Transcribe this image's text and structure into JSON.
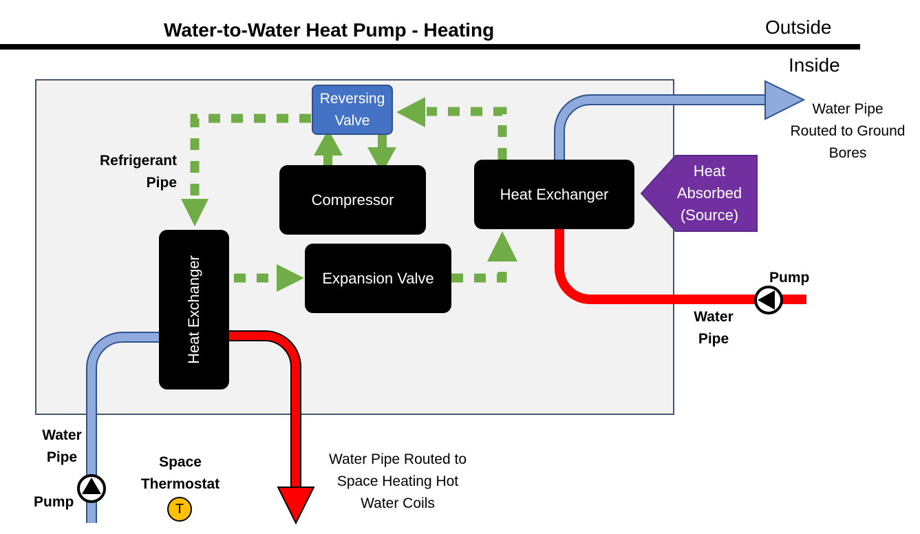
{
  "title": "Water-to-Water Heat Pump - Heating",
  "zones": {
    "outside": "Outside",
    "inside": "Inside"
  },
  "components": {
    "reversing_valve": [
      "Reversing",
      "Valve"
    ],
    "compressor": "Compressor",
    "expansion_valve": "Expansion Valve",
    "heat_exchanger_right": "Heat Exchanger",
    "heat_exchanger_left": "Heat Exchanger"
  },
  "labels": {
    "refrigerant_pipe": [
      "Refrigerant",
      "Pipe"
    ],
    "ground_pipe": [
      "Water Pipe",
      "Routed to Ground",
      "Bores"
    ],
    "heat_source": [
      "Heat",
      "Absorbed",
      "(Source)"
    ],
    "pump_right": "Pump",
    "water_pipe_right": [
      "Water",
      "Pipe"
    ],
    "water_pipe_left": [
      "Water",
      "Pipe"
    ],
    "pump_left": "Pump",
    "space_thermostat": [
      "Space",
      "Thermostat"
    ],
    "thermostat_symbol": "T",
    "coils_pipe": [
      "Water Pipe Routed to",
      "Space Heating Hot",
      "Water Coils"
    ]
  },
  "colors": {
    "refrigerant": "#70ad47",
    "hot_water": "#ff0000",
    "cold_water": "#8faadc",
    "reversing_valve": "#4472c4",
    "heat_source": "#7030a0",
    "thermostat": "#ffc000",
    "enclosure": "#f2f2f2"
  }
}
